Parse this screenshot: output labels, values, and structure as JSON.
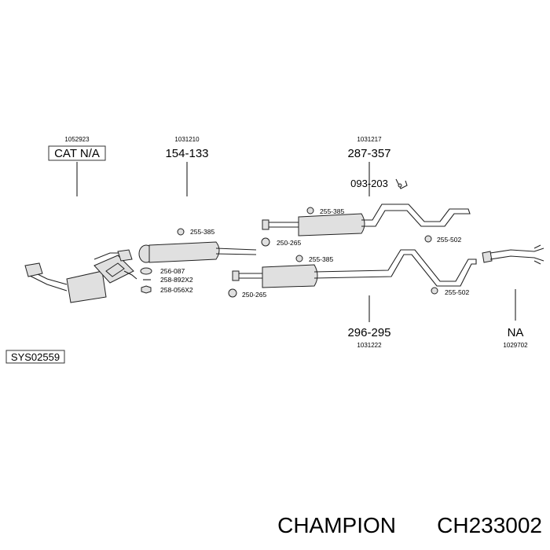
{
  "parts": {
    "catalytic": {
      "ref": "1052923",
      "code": "CAT N/A"
    },
    "front_silencer": {
      "ref": "1031210",
      "code": "154-133"
    },
    "rear_upper": {
      "ref": "1031217",
      "code": "287-357"
    },
    "rear_lower": {
      "ref": "1031222",
      "code": "296-295"
    },
    "tailpipe": {
      "ref": "1029702",
      "code": "NA"
    },
    "bracket": {
      "code": "093-203"
    }
  },
  "small_parts": {
    "p1": "255-385",
    "p2": "256-087",
    "p3": "258-892X2",
    "p4": "258-056X2",
    "p5": "255-385",
    "p6": "250-265",
    "p7": "255-502",
    "p8": "255-385",
    "p9": "250-265",
    "p10": "255-502"
  },
  "system_code": "SYS02559",
  "footer": {
    "brand": "CHAMPION",
    "part_number": "CH233002"
  }
}
